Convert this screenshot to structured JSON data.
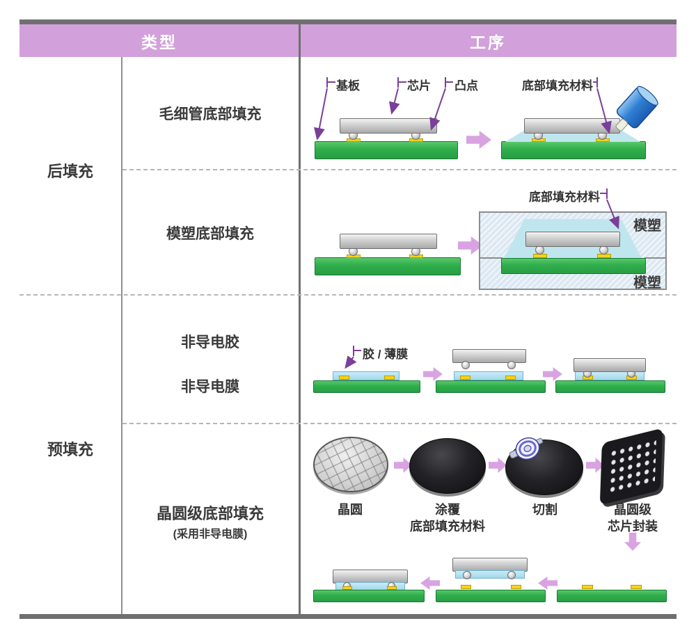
{
  "header": {
    "type": "类型",
    "process": "工序"
  },
  "type_column": {
    "group_post": "后填充",
    "group_pre": "预填充",
    "capillary": "毛细管底部填充",
    "molded": "模塑底部填充",
    "ncp": "非导电胶",
    "ncf": "非导电膜",
    "wafer_level": "晶圆级底部填充",
    "wafer_level_note": "(采用非导电膜)"
  },
  "annotations": {
    "substrate": "基板",
    "chip": "芯片",
    "bump": "凸点",
    "underfill_capillary": "底部填充材料",
    "underfill_molded": "底部填充材料",
    "mold_top": "模塑",
    "mold_bottom": "模塑",
    "adhesive_film": "胶 / 薄膜"
  },
  "wafer_steps": {
    "wafer": "晶圆",
    "coat_line1": "涂覆",
    "coat_line2": "底部填充材料",
    "dicing": "切割",
    "wlcsp_line1": "晶圆级",
    "wlcsp_line2": "芯片封装"
  },
  "colors": {
    "header_bg": "#d2a0da",
    "frame_bar": "#6f6f6f",
    "leader_purple": "#7a3f99",
    "flow_arrow_pink": "#d9a3e2",
    "substrate_green": "#2fae4b",
    "chip_gray": "#c6c6c6",
    "film_blue": "#aadcee",
    "pad_yellow": "#f6d21a",
    "mold_blue": "#dce9f3",
    "underfill_cyan": "#bfe6ee",
    "dispenser_blue": "#2f7fd4",
    "text_dark": "#3a3a3a"
  }
}
